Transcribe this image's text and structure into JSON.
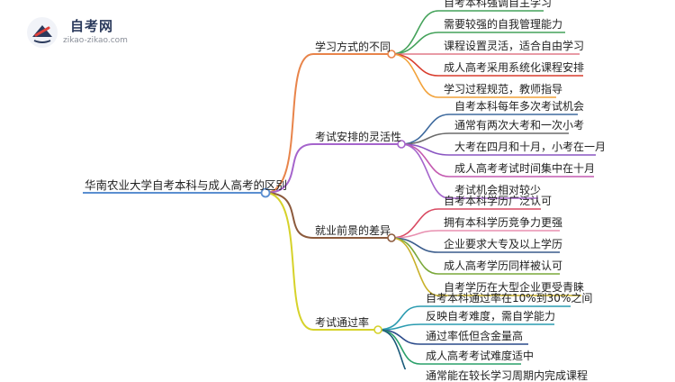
{
  "logo": {
    "name": "自考网",
    "url": "zikao-zikao.com"
  },
  "mindmap": {
    "root": "华南农业大学自考本科与成人高考的区别",
    "branches": [
      {
        "label": "学习方式的不同",
        "color": "#e8844a",
        "leaves": [
          {
            "text": "自考本科强调自主学习",
            "color": "#44a25a"
          },
          {
            "text": "需要较强的自我管理能力",
            "color": "#44a25a"
          },
          {
            "text": "课程设置灵活，适合自由学习",
            "color": "#e07a88"
          },
          {
            "text": "成人高考采用系统化课程安排",
            "color": "#d93d2e"
          },
          {
            "text": "学习过程规范，教师指导",
            "color": "#f2a23a"
          }
        ]
      },
      {
        "label": "考试安排的灵活性",
        "color": "#a564cc",
        "leaves": [
          {
            "text": "自考本科每年多次考试机会",
            "color": "#3e6a9e"
          },
          {
            "text": "通常有两次大考和一次小考",
            "color": "#6b6b6b"
          },
          {
            "text": "大考在四月和十月，小考在一月",
            "color": "#8a56c2"
          },
          {
            "text": "成人高考考试时间集中在十月",
            "color": "#c45ab0"
          },
          {
            "text": "考试机会相对较少",
            "color": "#a564cc"
          }
        ]
      },
      {
        "label": "就业前景的差异",
        "color": "#8c5a3c",
        "leaves": [
          {
            "text": "自考本科学历广泛认可",
            "color": "#d94a62"
          },
          {
            "text": "拥有本科学历竞争力更强",
            "color": "#e890b0"
          },
          {
            "text": "企业要求大专及以上学历",
            "color": "#3a5c8c"
          },
          {
            "text": "成人高考学历同样被认可",
            "color": "#7aa83a"
          },
          {
            "text": "自考学历在大型企业更受青睐",
            "color": "#c9b12a"
          }
        ]
      },
      {
        "label": "考试通过率",
        "color": "#d6d22a",
        "leaves": [
          {
            "text": "自考本科通过率在10%到30%之间",
            "color": "#2a9bb0"
          },
          {
            "text": "反映自考难度，需自学能力",
            "color": "#2a9bb0"
          },
          {
            "text": "通过率低但含金量高",
            "color": "#2a4a8a"
          },
          {
            "text": "成人高考考试难度适中",
            "color": "#2aa06a"
          },
          {
            "text": "通常能在较长学习周期内完成课程",
            "color": "#1a5a7a"
          }
        ]
      }
    ]
  }
}
